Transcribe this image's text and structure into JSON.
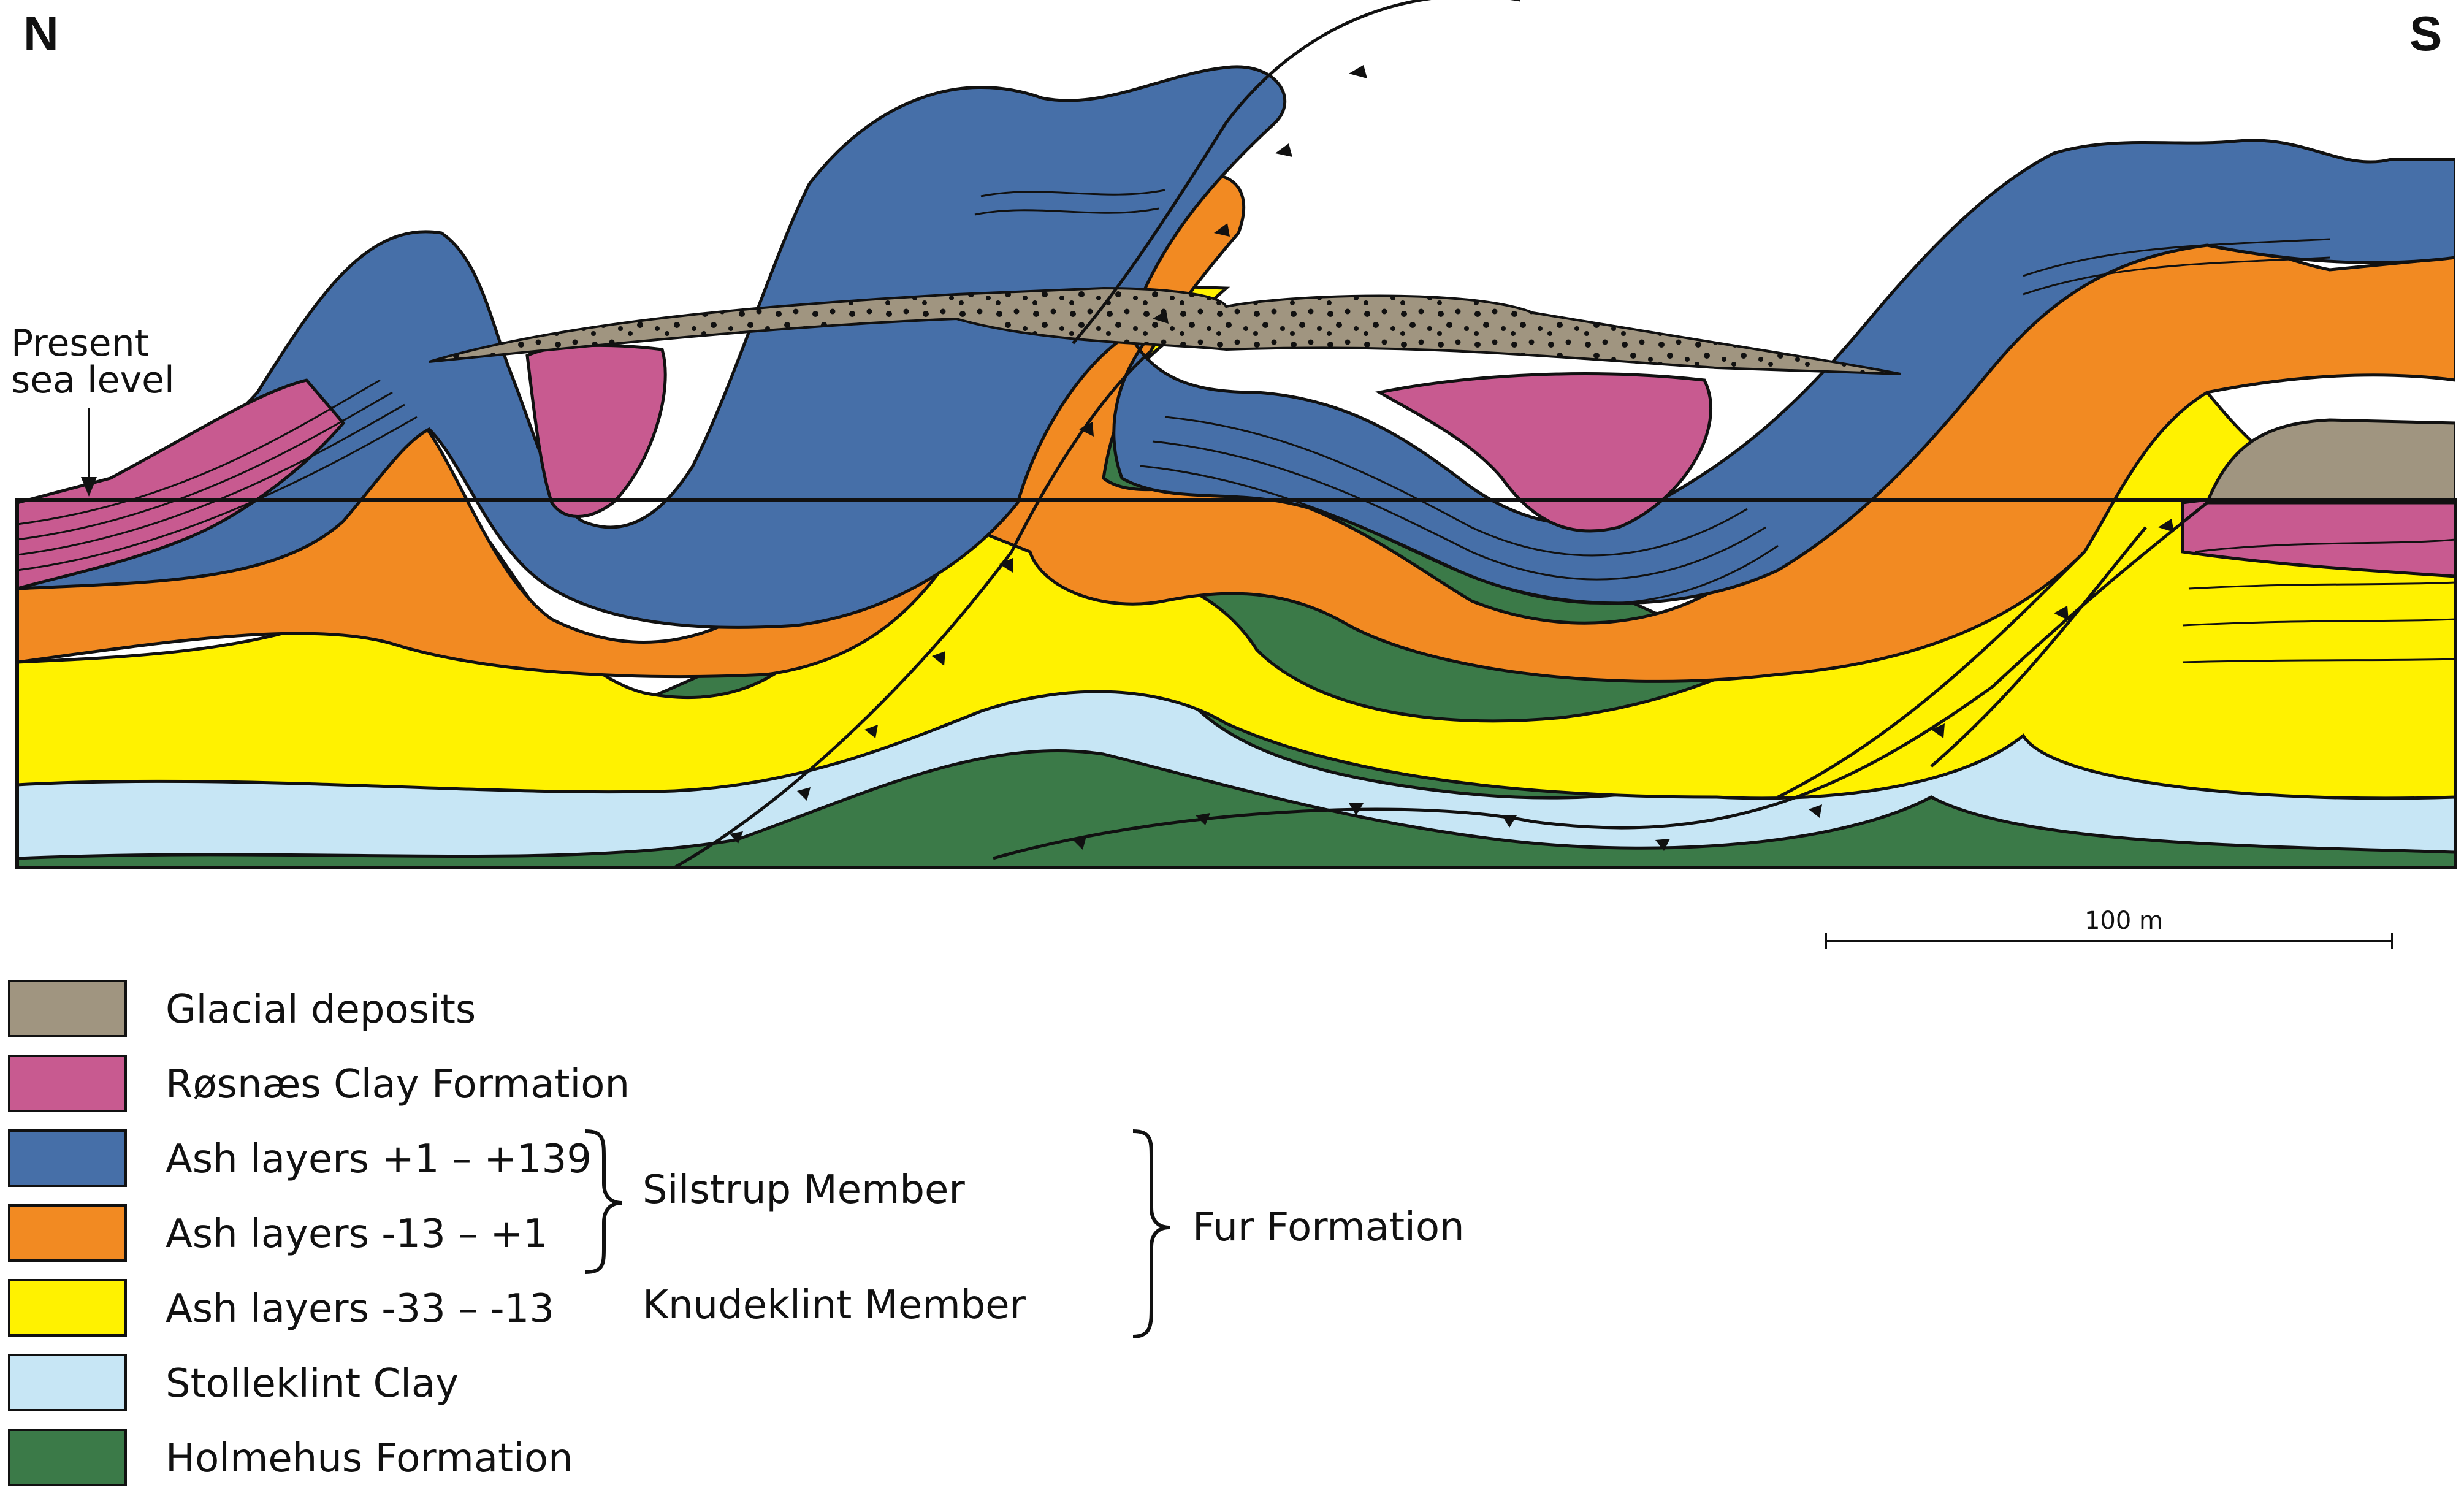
{
  "orientation": {
    "north": "N",
    "south": "S"
  },
  "sea_level_label": [
    "Present",
    "sea level"
  ],
  "scale_bar": {
    "label": "100 m"
  },
  "colors": {
    "glacial": "#a09580",
    "rosnaes": "#c85a90",
    "ash_upper": "#466fa8",
    "ash_middle": "#f28a22",
    "ash_lower": "#fff200",
    "stolleklint": "#c7e6f5",
    "holmehus": "#3b7a48"
  },
  "legend": {
    "items": [
      {
        "label": "Glacial deposits",
        "color": "#a09580"
      },
      {
        "label": "Røsnæs Clay Formation",
        "color": "#c85a90"
      },
      {
        "label": "Ash layers +1 – +139",
        "color": "#466fa8"
      },
      {
        "label": "Ash layers -13 – +1",
        "color": "#f28a22"
      },
      {
        "label": "Ash layers -33 – -13",
        "color": "#fff200"
      },
      {
        "label": "Stolleklint Clay",
        "color": "#c7e6f5"
      },
      {
        "label": "Holmehus Formation",
        "color": "#3b7a48"
      }
    ],
    "members": {
      "silstrup": "Silstrup Member",
      "knudeklint": "Knudeklint Member"
    },
    "formation": "Fur Formation"
  }
}
